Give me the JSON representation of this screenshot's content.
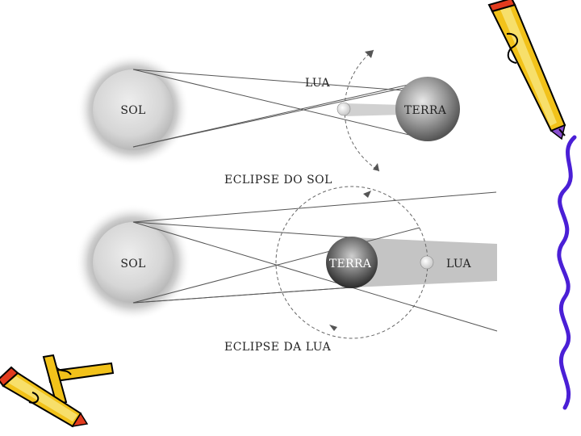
{
  "eclipse_do_sol": {
    "sun_label": "SOL",
    "moon_label": "LUA",
    "earth_label": "TERRA",
    "caption": "ECLIPSE DO SOL"
  },
  "eclipse_da_lua": {
    "sun_label": "SOL",
    "earth_label": "TERRA",
    "moon_label": "LUA",
    "caption": "ECLIPSE DA LUA"
  },
  "decorations": {
    "top_right": "pencil-icon",
    "bottom_left": "pencils-icon",
    "right_edge": "wavy-line"
  },
  "colors": {
    "pencil_yellow": "#f2c21a",
    "pencil_red": "#e23b1e",
    "wavy_line": "#4a1fd6",
    "eraser_purple": "#8a4fd0"
  }
}
